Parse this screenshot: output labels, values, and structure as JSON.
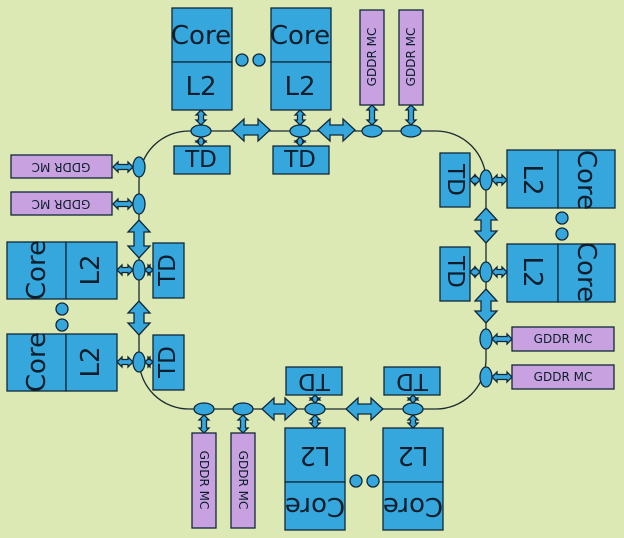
{
  "labels": {
    "core": "Core",
    "l2": "L2",
    "td": "TD",
    "mc": "GDDR MC"
  },
  "colors": {
    "background": "#dde9b4",
    "block": "#36a7dc",
    "memory_controller": "#c8a2e0",
    "outline": "#10283a"
  }
}
